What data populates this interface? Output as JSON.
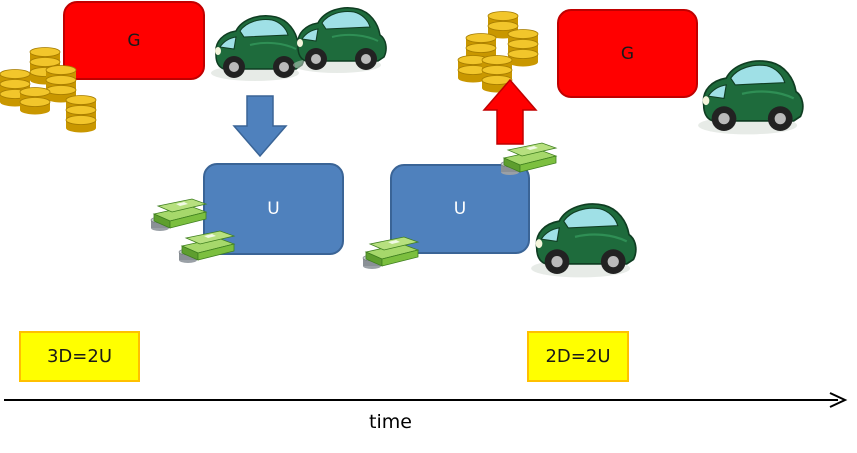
{
  "left_scene": {
    "g_label": "G",
    "u_label": "U",
    "equation": "3D=2U"
  },
  "right_scene": {
    "g_label": "G",
    "u_label": "U",
    "equation": "2D=2U"
  },
  "axis": {
    "label": "time"
  },
  "colors": {
    "g_box": "#ff0000",
    "u_box": "#4f81bd",
    "label_fill": "#ffff00",
    "label_border": "#ffc000",
    "car": "#1e6b3c",
    "coin": "#e8b820",
    "cash": "#7cbf3f",
    "up_arrow": "#ff0000",
    "down_arrow": "#4f81bd"
  }
}
